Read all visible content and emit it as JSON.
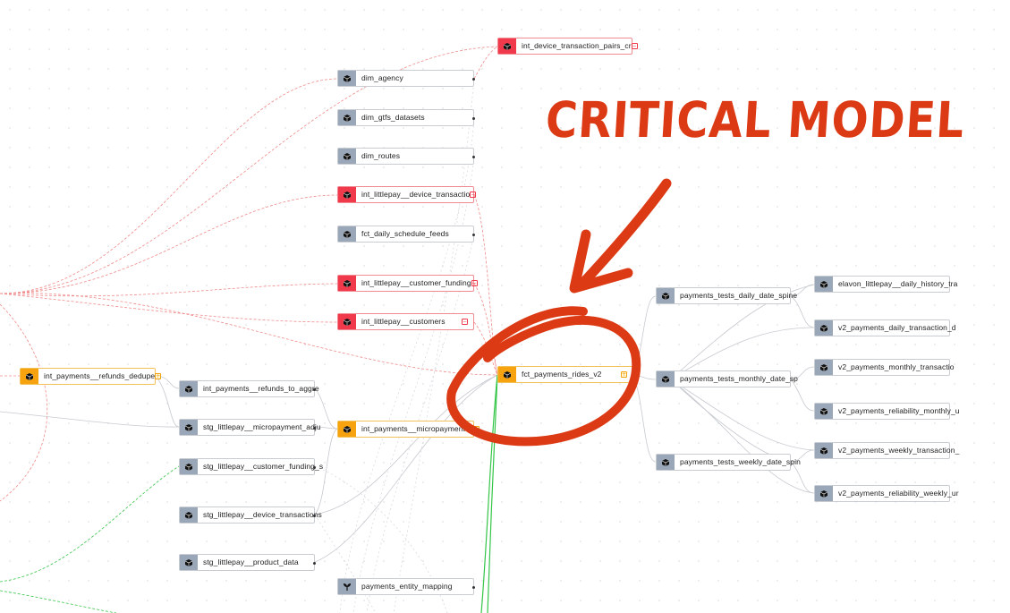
{
  "annotation": {
    "title": "CRITICAL MODEL",
    "color": "#dc3a14"
  },
  "colors": {
    "node_default_icon": "#9aa7b8",
    "node_error_icon": "#f03a4c",
    "node_selected_icon": "#f7a20f",
    "edge_error": "#f08a8a",
    "edge_selected": "#2bbf3a",
    "edge_default": "#b9bcc3"
  },
  "nodes": {
    "int_device_transaction_pairs": {
      "label": "int_device_transaction_pairs_cr"
    },
    "dim_agency": {
      "label": "dim_agency"
    },
    "dim_gtfs_datasets": {
      "label": "dim_gtfs_datasets"
    },
    "dim_routes": {
      "label": "dim_routes"
    },
    "int_littlepay_device_transactions": {
      "label": "int_littlepay__device_transactio"
    },
    "fct_daily_schedule_feeds": {
      "label": "fct_daily_schedule_feeds"
    },
    "int_littlepay_customer_funding": {
      "label": "int_littlepay__customer_funding"
    },
    "int_littlepay_customers": {
      "label": "int_littlepay__customers"
    },
    "int_payments_refunds_deduped": {
      "label": "int_payments__refunds_dedupe"
    },
    "int_payments_refunds_to_aggregations": {
      "label": "int_payments__refunds_to_aggre"
    },
    "stg_littlepay_micropayment_adjustments": {
      "label": "stg_littlepay__micropayment_adju"
    },
    "int_payments_micropayments": {
      "label": "int_payments__micropayments_"
    },
    "stg_littlepay_customer_funding": {
      "label": "stg_littlepay__customer_funding_s"
    },
    "stg_littlepay_device_transactions": {
      "label": "stg_littlepay__device_transactions"
    },
    "stg_littlepay_product_data": {
      "label": "stg_littlepay__product_data"
    },
    "payments_entity_mapping": {
      "label": "payments_entity_mapping"
    },
    "fct_payments_rides_v2": {
      "label": "fct_payments_rides_v2"
    },
    "payments_tests_daily_date_spine": {
      "label": "payments_tests_daily_date_spine"
    },
    "payments_tests_monthly_date_spine": {
      "label": "payments_tests_monthly_date_sp"
    },
    "payments_tests_weekly_date_spine": {
      "label": "payments_tests_weekly_date_spin"
    },
    "elavon_littlepay_daily_history": {
      "label": "elavon_littlepay__daily_history_tra"
    },
    "v2_payments_daily_transaction": {
      "label": "v2_payments_daily_transaction_d"
    },
    "v2_payments_monthly_transaction": {
      "label": "v2_payments_monthly_transactio"
    },
    "v2_payments_reliability_monthly": {
      "label": "v2_payments_reliability_monthly_u"
    },
    "v2_payments_weekly_transaction": {
      "label": "v2_payments_weekly_transaction_"
    },
    "v2_payments_reliability_weekly": {
      "label": "v2_payments_reliability_weekly_ur"
    }
  }
}
